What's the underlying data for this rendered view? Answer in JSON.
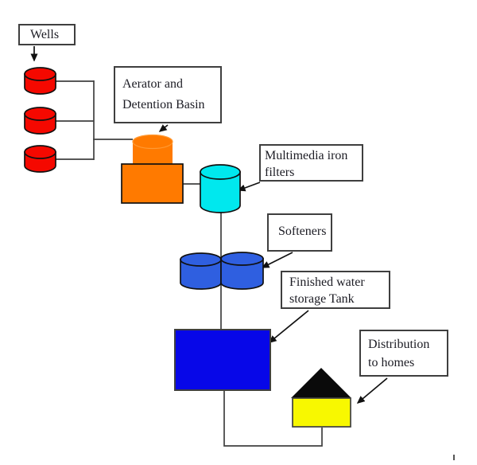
{
  "diagram": {
    "description": "Water treatment process flow diagram",
    "labels": {
      "wells": "Wells",
      "aerator_line1": "Aerator and",
      "aerator_line2": "Detention Basin",
      "filters_line1": "Multimedia iron",
      "filters_line2": "filters",
      "softeners": "Softeners",
      "storage_line1": "Finished water",
      "storage_line2": "storage Tank",
      "distribution_line1": "Distribution",
      "distribution_line2": "to homes"
    },
    "colors": {
      "well_cylinder": "#f50800",
      "aerator_basin": "#ff7a00",
      "aerator_basin_rim": "#ff9933",
      "iron_filter": "#00e8ee",
      "softener": "#2f5fe0",
      "storage_tank": "#0707e8",
      "house_roof": "#0a0a0a",
      "house_body": "#f8f800",
      "connector": "#404040",
      "arrow": "#111111",
      "text": "#1c1c24"
    }
  }
}
